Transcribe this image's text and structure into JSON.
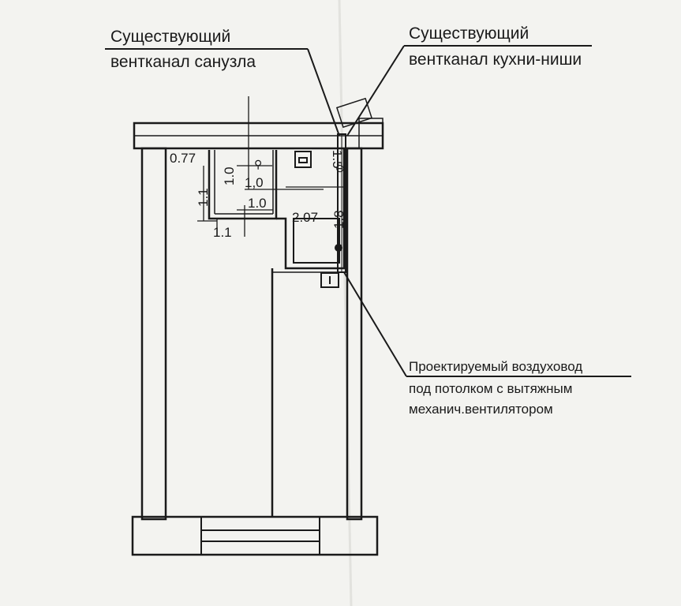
{
  "callouts": {
    "bathroom_duct": {
      "line1": "Существующий",
      "line2": "вентканал санузла"
    },
    "kitchen_duct": {
      "line1": "Существующий",
      "line2": "вентканал кухни-ниши"
    },
    "designed_duct": {
      "line1": "Проектируемый воздуховод",
      "line2": "под потолком с вытяжным",
      "line3": "механич.вентилятором"
    }
  },
  "dimensions": {
    "d_077": "0.77",
    "d_10_vertical": "1.0",
    "d_10_a": "1,0",
    "d_10_b": "1.0",
    "d_11_vertical": "1.1",
    "d_11_horizontal": "1.1",
    "d_15": "1.5",
    "d_207": "2.07",
    "d_18": "1.8"
  },
  "colors": {
    "paper": "#f3f3f0",
    "ink": "#1a1a1a"
  }
}
